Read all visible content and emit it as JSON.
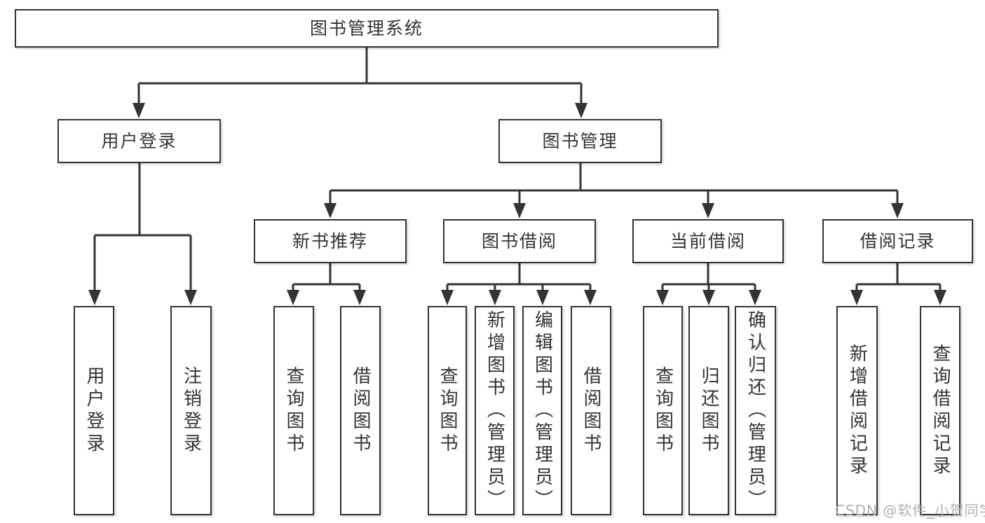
{
  "diagram": {
    "root": {
      "label": "图书管理系统"
    },
    "branches": [
      {
        "label": "用户登录",
        "children": [
          {
            "label": "用户登录"
          },
          {
            "label": "注销登录"
          }
        ]
      },
      {
        "label": "图书管理",
        "children": [
          {
            "label": "新书推荐",
            "children": [
              {
                "label": "查询图书"
              },
              {
                "label": "借阅图书"
              }
            ]
          },
          {
            "label": "图书借阅",
            "children": [
              {
                "label": "查询图书"
              },
              {
                "label": "新增图书（管理员）"
              },
              {
                "label": "编辑图书（管理员）"
              },
              {
                "label": "借阅图书"
              }
            ]
          },
          {
            "label": "当前借阅",
            "children": [
              {
                "label": "查询图书"
              },
              {
                "label": "归还图书"
              },
              {
                "label": "确认归还（管理员）"
              }
            ]
          },
          {
            "label": "借阅记录",
            "children": [
              {
                "label": "新增借阅记录"
              },
              {
                "label": "查询借阅记录"
              }
            ]
          }
        ]
      }
    ]
  },
  "watermark": {
    "text": "CSDN @软件_小贺同学"
  },
  "colors": {
    "line": "#333333",
    "text": "#333333",
    "box_background": "#ffffff",
    "page_background": "#ffffff",
    "watermark": "#b0b0b0"
  }
}
